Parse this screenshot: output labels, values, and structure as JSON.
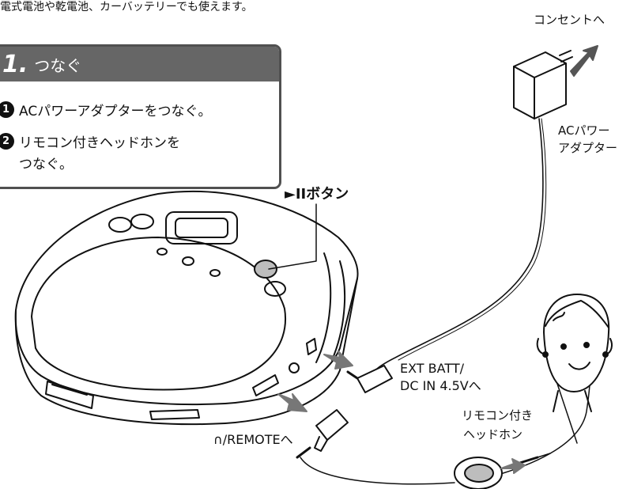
{
  "top_text": "電式電池や乾電池、カーバッテリーでも使えます。",
  "step": {
    "number": "1.",
    "title": "つなぐ",
    "items": [
      {
        "badge": "1",
        "text": "ACパワーアダプターをつなぐ。"
      },
      {
        "badge": "2",
        "text": "リモコン付きヘッドホンを"
      },
      {
        "badge": "",
        "text": "つなぐ。"
      }
    ]
  },
  "labels": {
    "outlet": "コンセントへ",
    "adapter_line1": "ACパワー",
    "adapter_line2": "アダプター",
    "play_button": "►IIボタン",
    "ext_batt_line1": "EXT BATT/",
    "ext_batt_line2": "DC IN 4.5Vへ",
    "remote_headphones_line1": "リモコン付き",
    "remote_headphones_line2": "ヘッドホン",
    "remote_jack": "∩/REMOTEへ"
  }
}
